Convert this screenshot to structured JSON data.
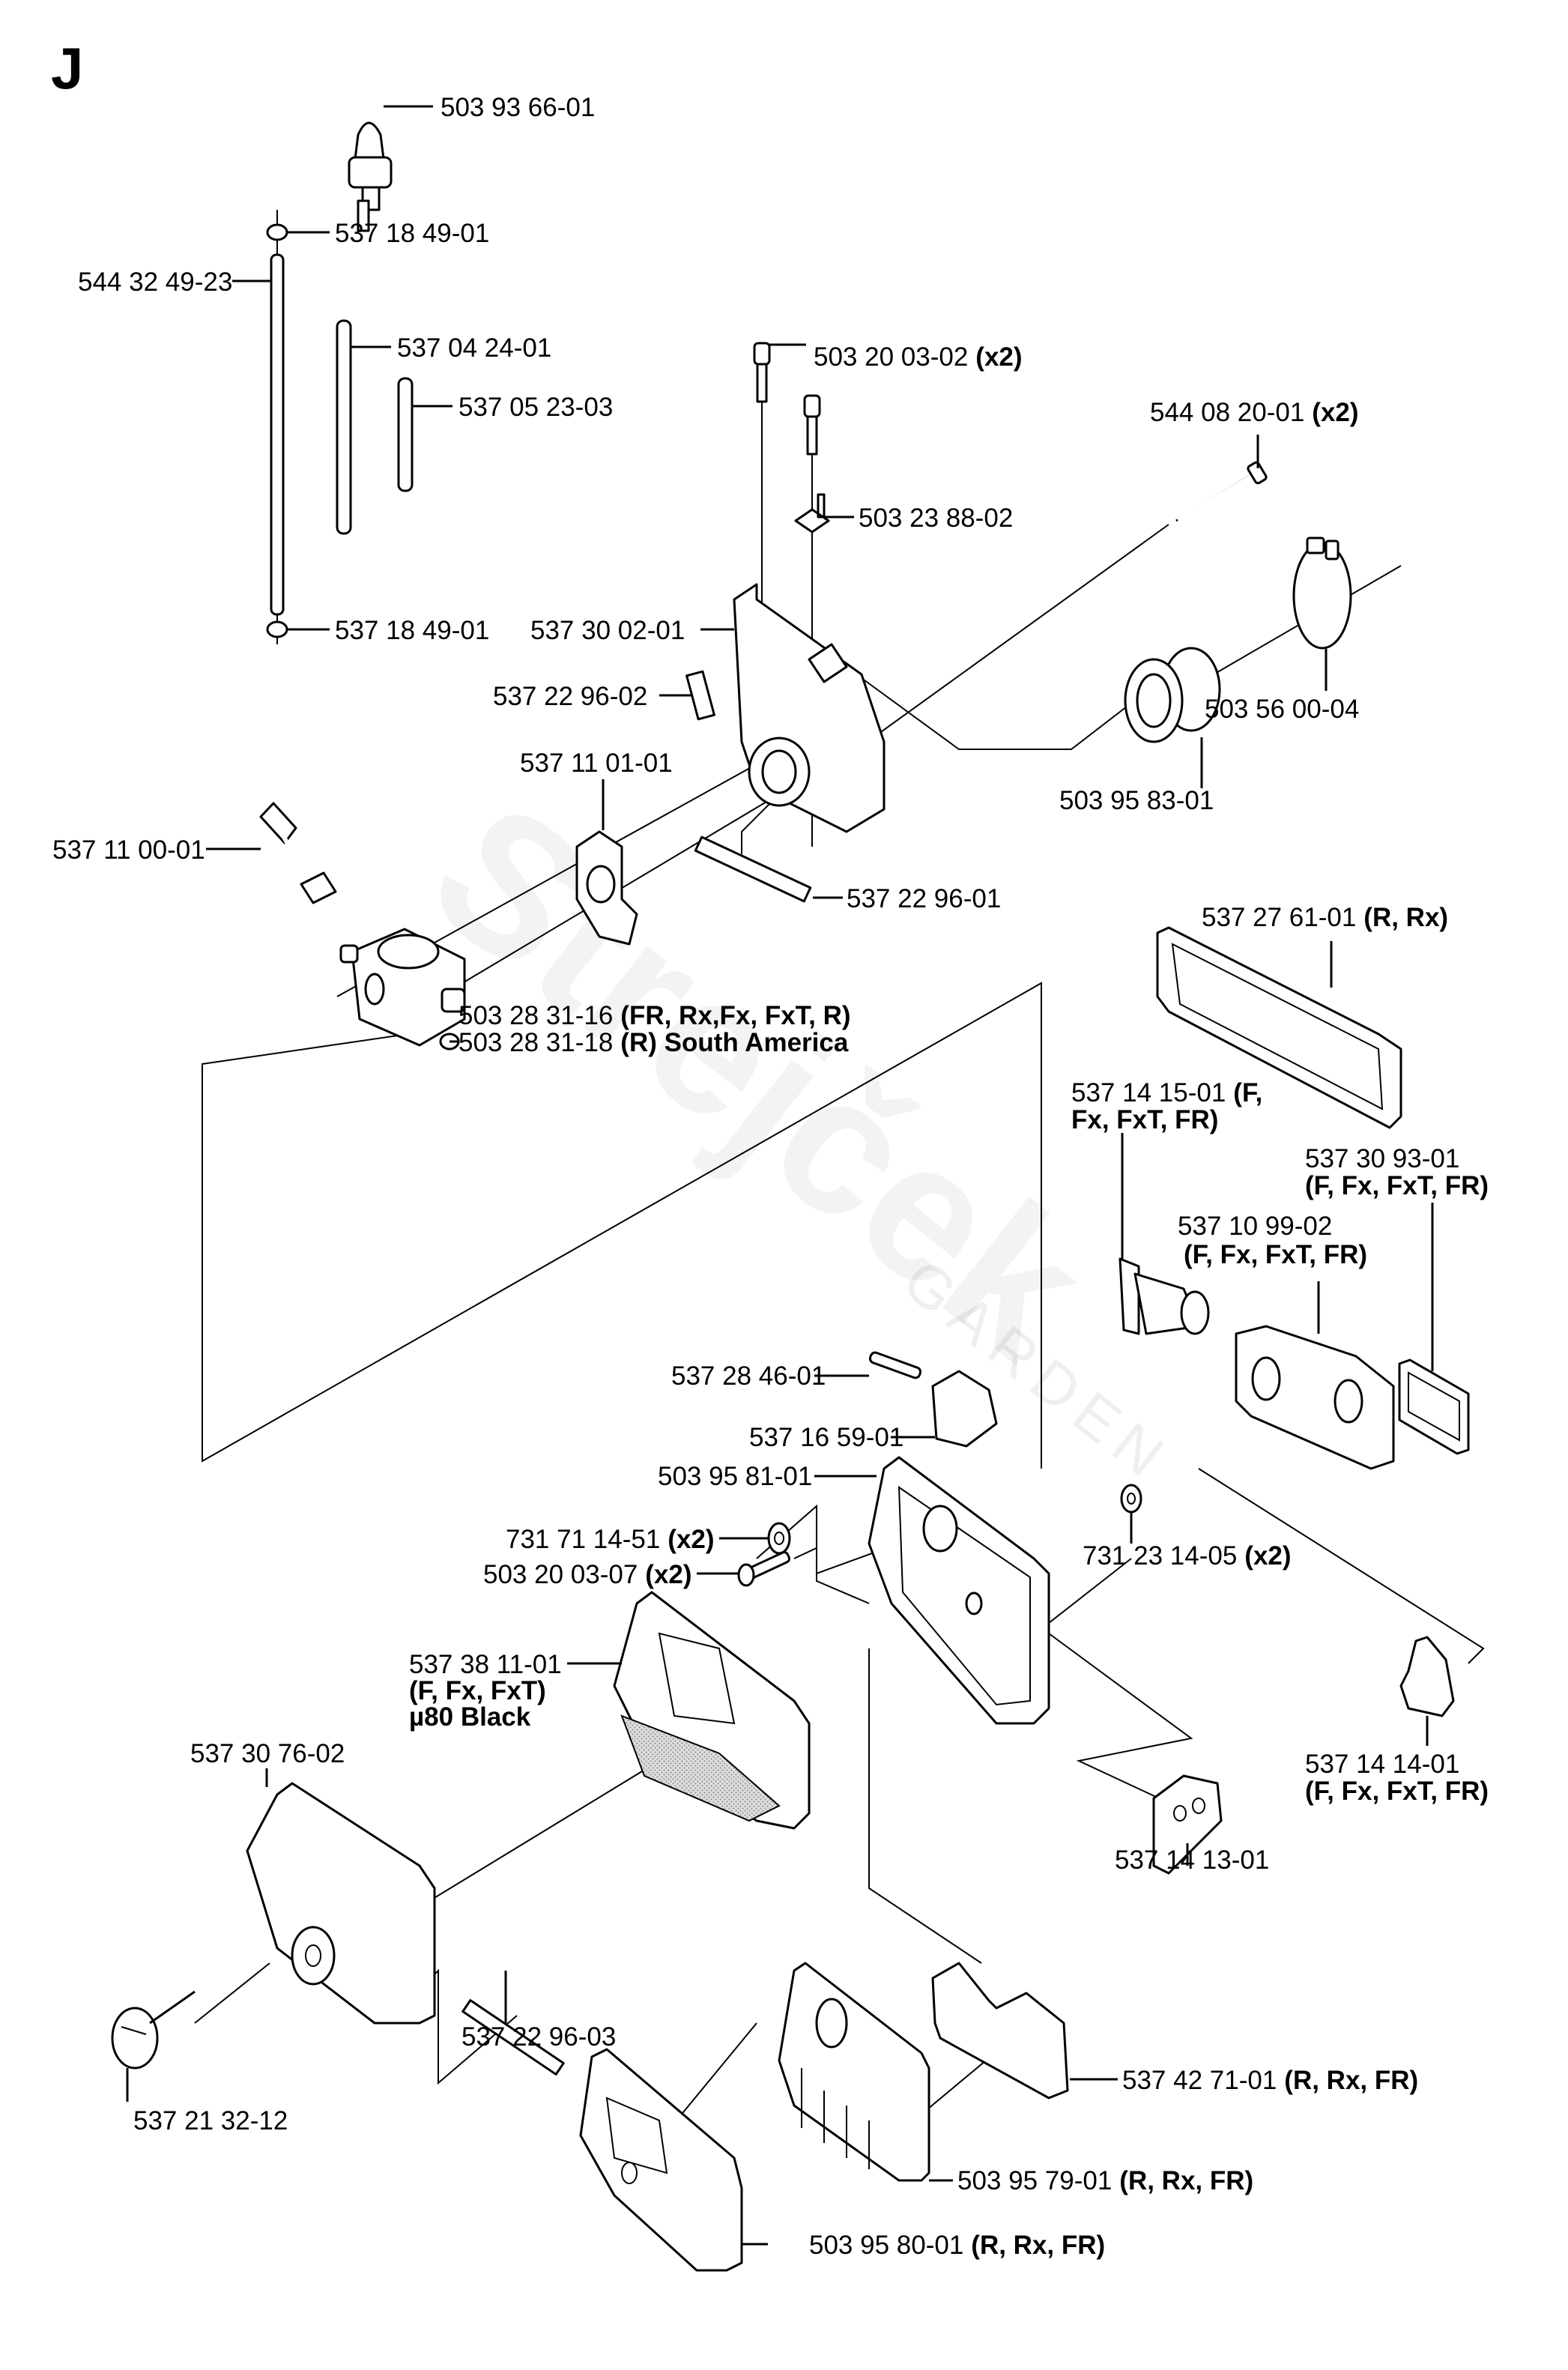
{
  "section_letter": "J",
  "watermark": {
    "main": "Strejček",
    "sub": "GARDEN"
  },
  "parts": [
    {
      "id": "p01",
      "number": "503 93 66-01",
      "note": "",
      "desc": "primer-bulb"
    },
    {
      "id": "p02",
      "number": "537 18 49-01",
      "note": "",
      "desc": "grommet-top"
    },
    {
      "id": "p03",
      "number": "544 32 49-23",
      "note": "",
      "desc": "fuel-hose-long"
    },
    {
      "id": "p04",
      "number": "537 04 24-01",
      "note": "",
      "desc": "fuel-hose-medium"
    },
    {
      "id": "p05",
      "number": "537 05 23-03",
      "note": "",
      "desc": "fuel-hose-short"
    },
    {
      "id": "p06",
      "number": "537 18 49-01",
      "note": "",
      "desc": "grommet-bottom"
    },
    {
      "id": "p07",
      "number": "503 20 03-02",
      "note": "(x2)",
      "desc": "screw"
    },
    {
      "id": "p08",
      "number": "503 23 88-02",
      "note": "",
      "desc": "bracket"
    },
    {
      "id": "p09",
      "number": "544 08 20-01",
      "note": "(x2)",
      "desc": "bolt"
    },
    {
      "id": "p10",
      "number": "537 30 02-01",
      "note": "",
      "desc": "carburetor-housing"
    },
    {
      "id": "p11",
      "number": "537 22 96-02",
      "note": "",
      "desc": "foam-strip"
    },
    {
      "id": "p12",
      "number": "503 56 00-04",
      "note": "",
      "desc": "hose-clamp"
    },
    {
      "id": "p13",
      "number": "503 95 83-01",
      "note": "",
      "desc": "intake-adapter"
    },
    {
      "id": "p14",
      "number": "537 11 01-01",
      "note": "",
      "desc": "gasket"
    },
    {
      "id": "p15",
      "number": "537 11 00-01",
      "note": "",
      "desc": "choke-lever"
    },
    {
      "id": "p16",
      "number": "537 22 96-01",
      "note": "",
      "desc": "foam-strip"
    },
    {
      "id": "p17",
      "number": "503 28 31-16",
      "note": "(FR, Rx,Fx, FxT, R)",
      "desc": "carburetor"
    },
    {
      "id": "p18",
      "number": "503 28 31-18",
      "note": "(R) South America",
      "desc": "carburetor"
    },
    {
      "id": "p19",
      "number": "537 27 61-01",
      "note": "(R, Rx)",
      "desc": "filter-holder"
    },
    {
      "id": "p20",
      "number": "537 14 15-01",
      "note": "(F, Fx, FxT, FR)",
      "desc": "air-duct"
    },
    {
      "id": "p21",
      "number": "537 30 93-01",
      "note": "(F, Fx, FxT, FR)",
      "desc": "filter-gasket"
    },
    {
      "id": "p22",
      "number": "537 10 99-02",
      "note": "(F, Fx, FxT, FR)",
      "desc": "filter-base"
    },
    {
      "id": "p23",
      "number": "537 28 46-01",
      "note": "",
      "desc": "pin"
    },
    {
      "id": "p24",
      "number": "537 16 59-01",
      "note": "",
      "desc": "lever-bracket"
    },
    {
      "id": "p25",
      "number": "503 95 81-01",
      "note": "",
      "desc": "air-filter-base"
    },
    {
      "id": "p26",
      "number": "731 71 14-51",
      "note": "(x2)",
      "desc": "nut"
    },
    {
      "id": "p27",
      "number": "503 20 03-07",
      "note": "(x2)",
      "desc": "screw"
    },
    {
      "id": "p28",
      "number": "731 23 14-05",
      "note": "(x2)",
      "desc": "nut"
    },
    {
      "id": "p29",
      "number": "537 38 11-01",
      "note": "(F, Fx, FxT)",
      "note2": "µ80 Black",
      "desc": "air-filter"
    },
    {
      "id": "p30",
      "number": "537 14 14-01",
      "note": "(F, Fx, FxT, FR)",
      "desc": "choke-flap"
    },
    {
      "id": "p31",
      "number": "537 30 76-02",
      "note": "",
      "desc": "air-filter-cover"
    },
    {
      "id": "p32",
      "number": "537 14 13-01",
      "note": "",
      "desc": "choke-lever-bracket"
    },
    {
      "id": "p33",
      "number": "537 22 96-03",
      "note": "",
      "desc": "foam-strip"
    },
    {
      "id": "p34",
      "number": "537 21 32-12",
      "note": "",
      "desc": "cover-knob"
    },
    {
      "id": "p35",
      "number": "537 42 71-01",
      "note": "(R, Rx, FR)",
      "desc": "foam-filter"
    },
    {
      "id": "p36",
      "number": "503 95 79-01",
      "note": "(R, Rx, FR)",
      "desc": "filter-base"
    },
    {
      "id": "p37",
      "number": "503 95 80-01",
      "note": "(R, Rx, FR)",
      "desc": "filter-cover"
    }
  ]
}
